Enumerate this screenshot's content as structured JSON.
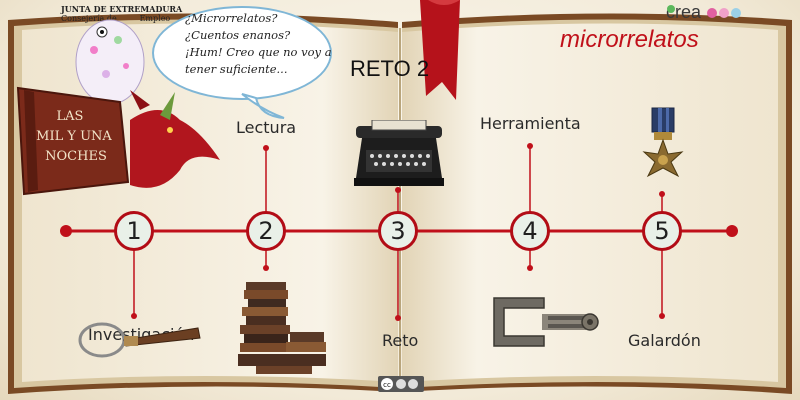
{
  "header": {
    "org_name": "JUNTA DE EXTREMADURA",
    "org_sub_a": "Consejería de",
    "org_sub_b": "Empleo",
    "crea_logo": "crea",
    "section_title": "microrrelatos"
  },
  "speech_bubble": {
    "line1": "¿Microrrelatos?",
    "line2": "¿Cuentos enanos?",
    "line3": "¡Hum! Creo que no voy a",
    "line4": "tener suficiente..."
  },
  "book_cover": {
    "line1": "LAS",
    "line2": "MIL Y UNA",
    "line3": "NOCHES"
  },
  "challenge_title": "RETO 2",
  "timeline": {
    "steps": [
      {
        "number": "1",
        "label": "Investigación",
        "icon": "magnifying-glass-icon"
      },
      {
        "number": "2",
        "label": "Lectura",
        "icon": "books-icon"
      },
      {
        "number": "3",
        "label": "Reto",
        "icon": "typewriter-icon"
      },
      {
        "number": "4",
        "label": "Herramienta",
        "icon": "clamp-icon"
      },
      {
        "number": "5",
        "label": "Galardón",
        "icon": "medal-icon"
      }
    ]
  },
  "footer": {
    "license_badge": "cc"
  },
  "colors": {
    "accent": "#c0101a",
    "line": "#b20c16",
    "node_fill": "#e9f0e8"
  }
}
